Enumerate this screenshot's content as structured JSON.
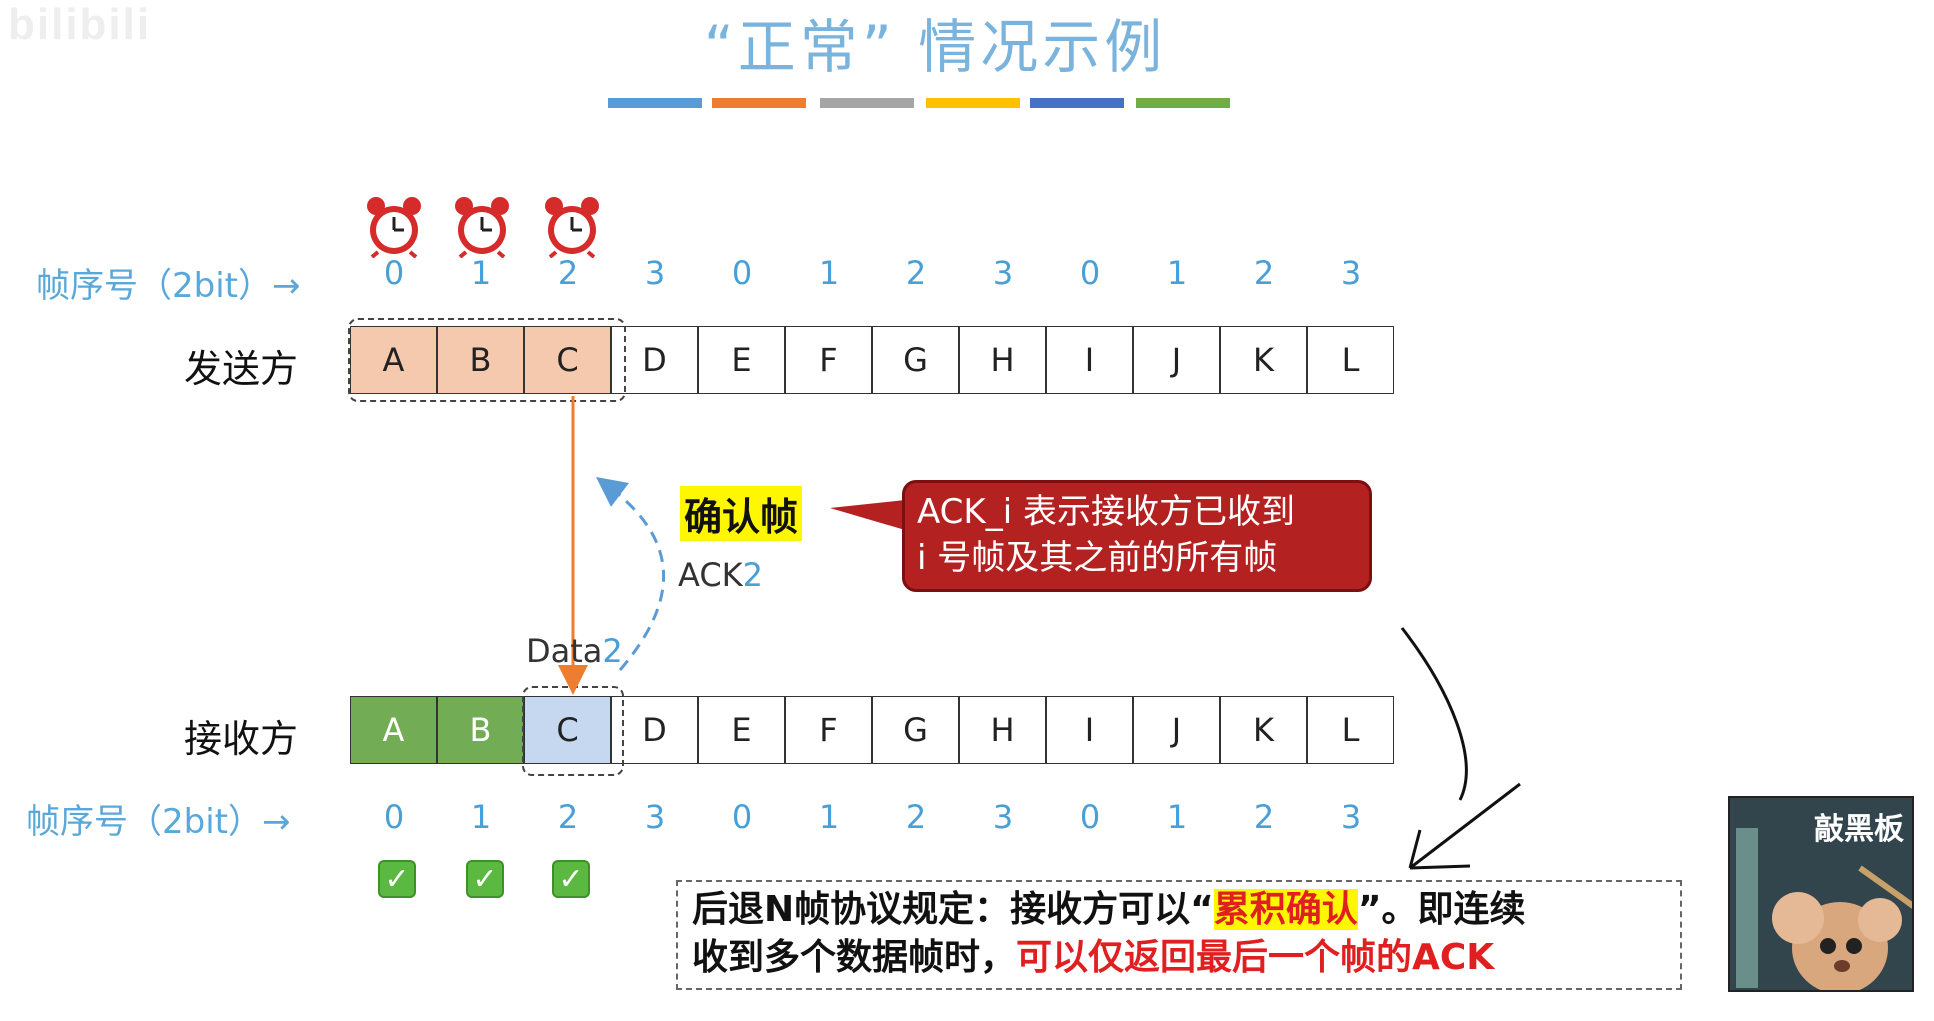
{
  "header": {
    "watermark": "bilibili",
    "title": "“正常” 情况示例",
    "bar_colors": [
      "#5b9bd5",
      "#ed7d31",
      "#a5a5a5",
      "#ffc000",
      "#4472c4",
      "#70ad47"
    ]
  },
  "sender": {
    "seq_label": "帧序号（2bit）→",
    "row_label": "发送方",
    "seq_numbers": [
      "0",
      "1",
      "2",
      "3",
      "0",
      "1",
      "2",
      "3",
      "0",
      "1",
      "2",
      "3"
    ],
    "frames": [
      "A",
      "B",
      "C",
      "D",
      "E",
      "F",
      "G",
      "H",
      "I",
      "J",
      "K",
      "L"
    ]
  },
  "receiver": {
    "seq_label": "帧序号（2bit）→",
    "row_label": "接收方",
    "seq_numbers": [
      "0",
      "1",
      "2",
      "3",
      "0",
      "1",
      "2",
      "3",
      "0",
      "1",
      "2",
      "3"
    ],
    "frames": [
      "A",
      "B",
      "C",
      "D",
      "E",
      "F",
      "G",
      "H",
      "I",
      "J",
      "K",
      "L"
    ]
  },
  "transfer": {
    "data_prefix": "Data",
    "data_num": "2",
    "ack_prefix": "ACK",
    "ack_num": "2",
    "confirm_tag": "确认帧"
  },
  "callout": {
    "line1_key": "ACK_i",
    "line1_rest": " 表示接收方已收到",
    "line2": "i 号帧及其之前的所有帧"
  },
  "note": {
    "part1": "后退N帧协议规定：接收方可以“",
    "highlight": "累积确认",
    "part2": "”。即连续",
    "line2_plain": "收到多个数据帧时，",
    "line2_red": "可以仅返回最后一个帧的ACK"
  },
  "avatar": {
    "label": "敲黑板"
  },
  "icons": {
    "timer": "alarm-clock-icon",
    "check": "check-mark-icon"
  }
}
